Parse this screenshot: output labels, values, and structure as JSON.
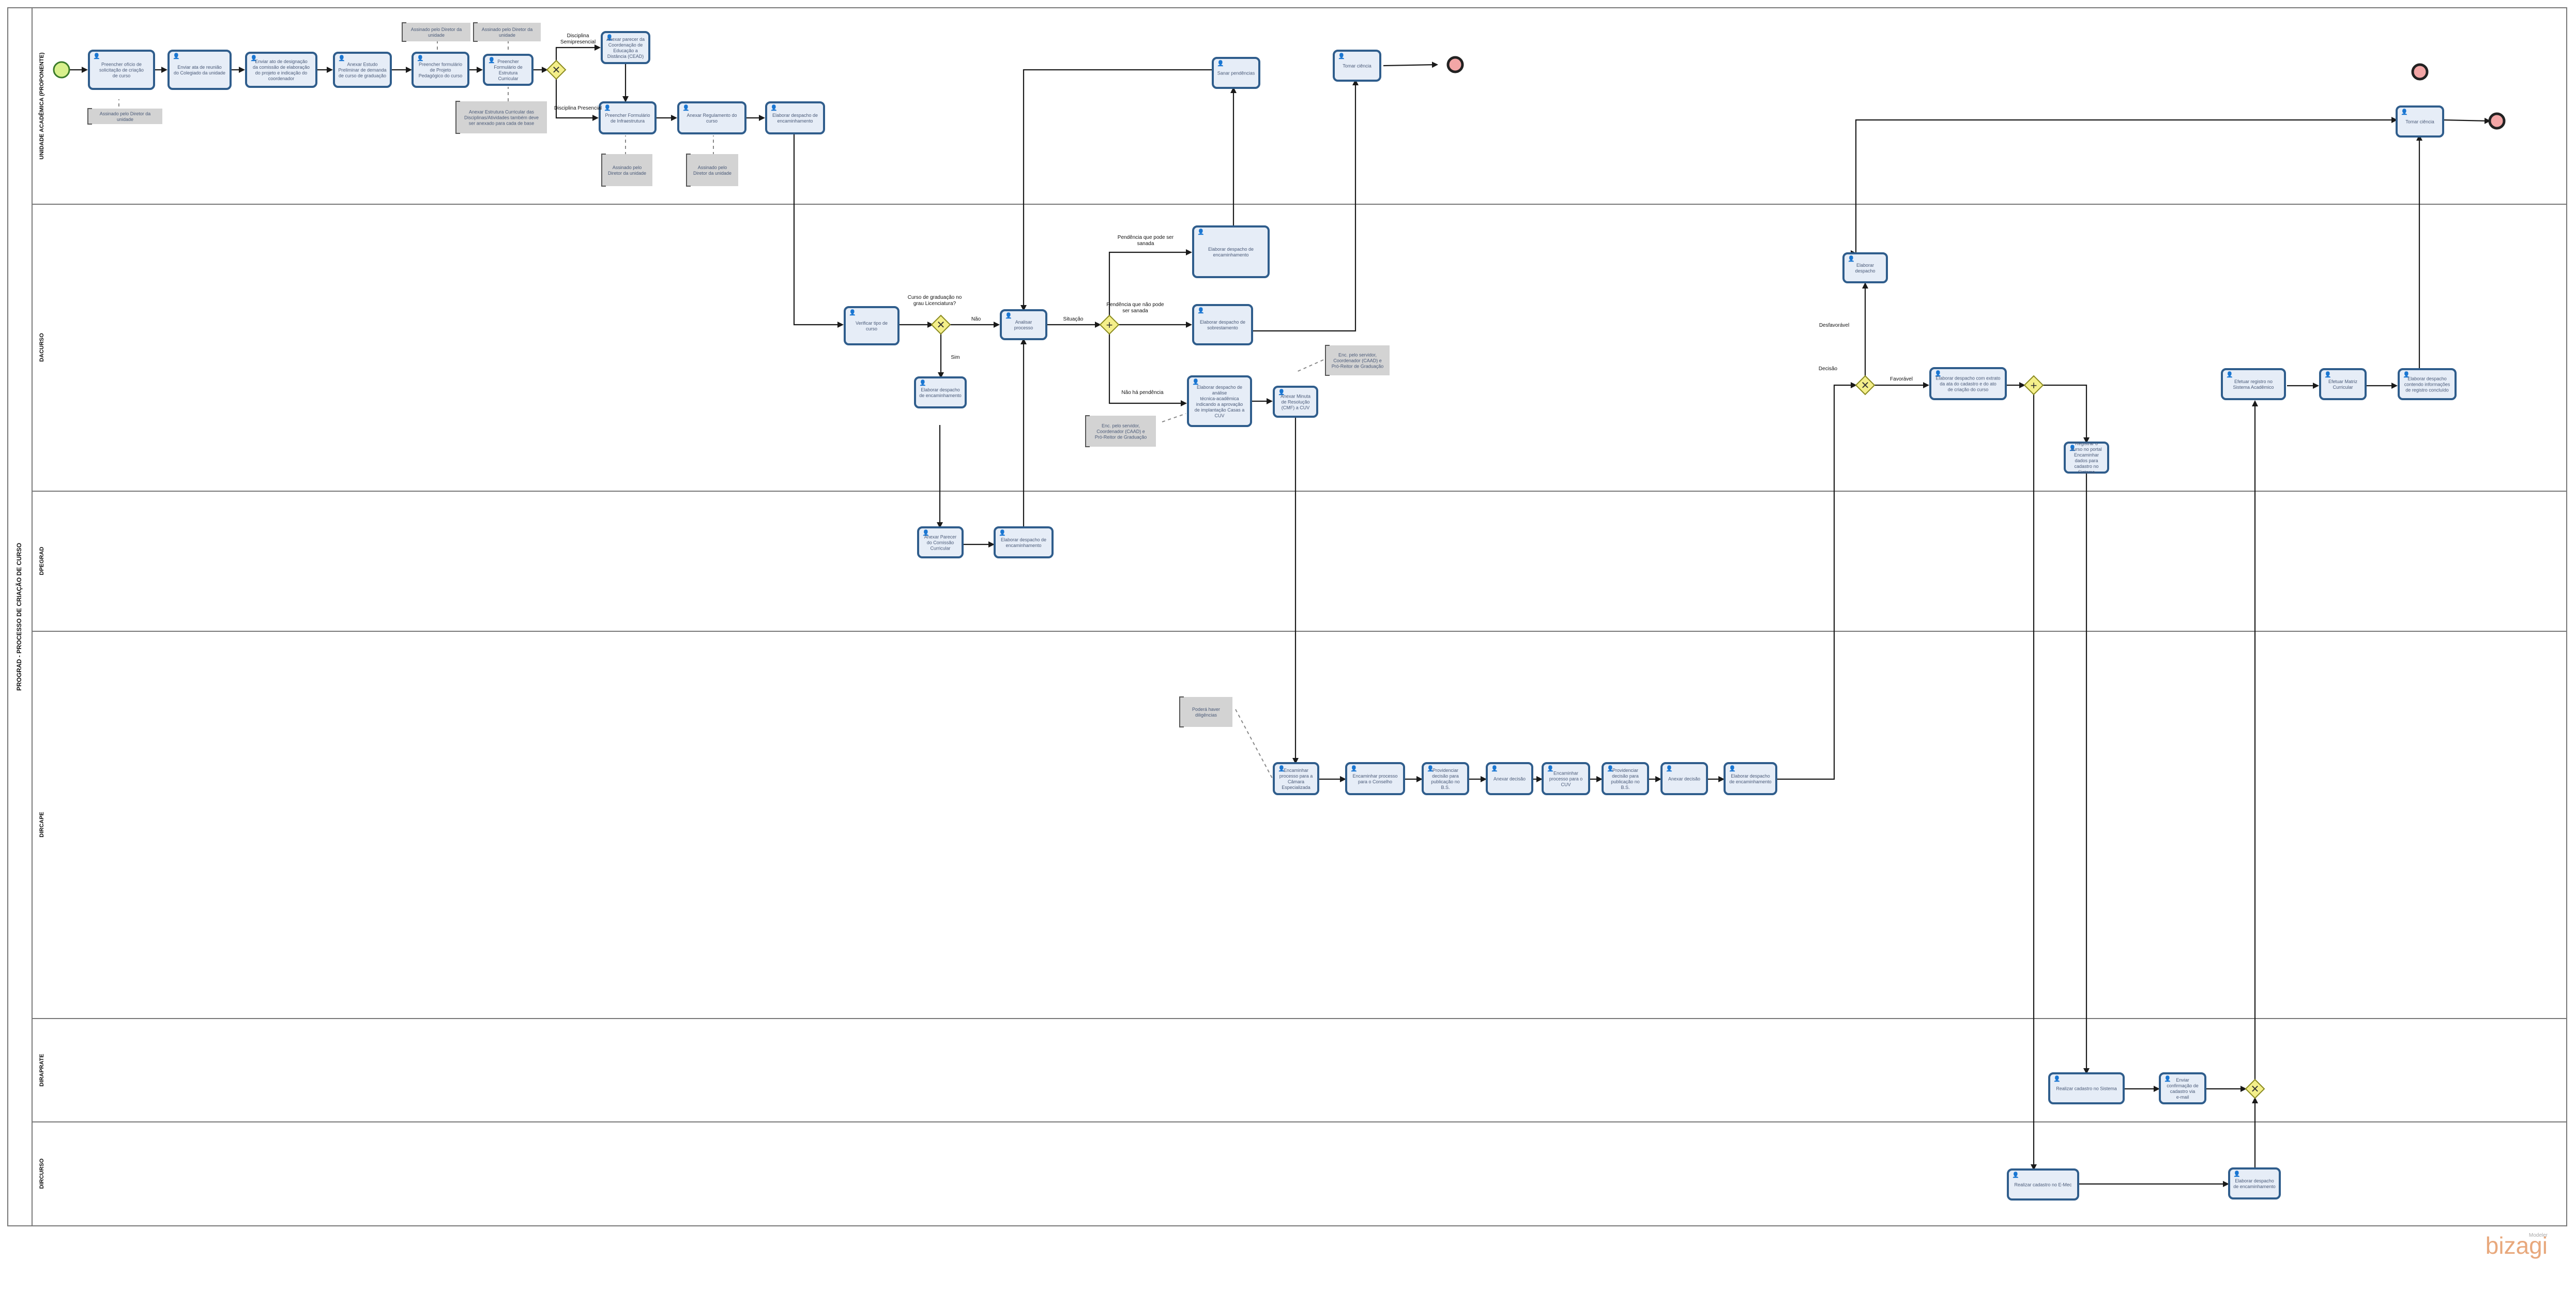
{
  "pool": {
    "label": "PROGRAD - PROCESSO DE CRIAÇÃO DE CURSO"
  },
  "lanes": [
    {
      "label": "UNIDADE ACADÊMICA (PROPONENTE)"
    },
    {
      "label": "DACURSO"
    },
    {
      "label": "DPEGRAD"
    },
    {
      "label": "DIRCAPE"
    },
    {
      "label": "DIRAPRATE"
    },
    {
      "label": "DIRCURSO"
    }
  ],
  "tasks": {
    "t1": "Preencher ofício de solicitação de criação de curso",
    "t2": "Enviar ata de reunião do Colegiado da unidade",
    "t3": "Enviar ato de designação da comissão de elaboração do projeto e indicação do coordenador",
    "t4": "Anexar Estudo Preliminar de demanda de curso de graduação",
    "t5": "Preencher formulário de Projeto Pedagógico do curso",
    "t6": "Preencher Formulário de Estrutura Curricular",
    "t7": "Anexar parecer da Coordenação de Educação a Distância (CEAD)",
    "t8": "Preencher Formulário de Infraestrutura",
    "t9": "Anexar Regulamento do curso",
    "t10": "Elaborar despacho de encaminhamento",
    "t11": "Sanar pendências",
    "t12": "Tomar ciência",
    "t13": "Tomar ciência",
    "d1": "Verificar tipo de curso",
    "d2": "Analisar processo",
    "d3": "Elaborar despacho de encaminhamento",
    "d4": "Elaborar despacho de sobrestamento",
    "d5": "Elaborar despacho de análise técnica-acadêmica indicando a aprovação de implantação Casas a CUV",
    "d6": "Anexar Minuta de Resolução (CMF) a CUV",
    "d7": "Elaborar despacho de encaminhamento",
    "d8": "Elaborar despacho",
    "d9": "Elaborar despacho com extrato da ata do cadastro e do ato de criação do curso",
    "d10": "Registrar o curso no portal Encaminhar dados para cadastro no Sistema",
    "d11": "Efetuar registro no Sistema Acadêmico",
    "d12": "Efetuar Matriz Curricular",
    "d13": "Elaborar despacho contendo informações de registro concluído",
    "p1": "Anexar Parecer do Comissão Curricular",
    "p2": "Elaborar despacho de encaminhamento",
    "c1": "Encaminhar processo para a Câmara Especializada",
    "c2": "Encaminhar processo para o Conselho",
    "c3": "Providenciar decisão para publicação no B.S.",
    "c4": "Anexar decisão",
    "c5": "Encaminhar processo para o CUV",
    "c6": "Providenciar decisão para publicação no B.S.",
    "c7": "Anexar decisão",
    "c8": "Elaborar despacho de encaminhamento",
    "a1": "Realizar cadastro no Sistema",
    "a2": "Enviar confirmação de cadastro via e-mail",
    "r1": "Realizar cadastro no E-Mec",
    "r2": "Elaborar despacho de encaminhamento"
  },
  "annotations": {
    "n1": "Assinado pelo Diretor da unidade",
    "n2": "Assinado pelo Diretor da unidade",
    "n3": "Assinado pelo Diretor da unidade",
    "n4": "Anexar Estrutura Curricular das Disciplinas/Atividades também deve ser anexado para cada de base",
    "n5": "Assinado pelo Diretor da unidade",
    "n6": "Assinado pelo Diretor da unidade",
    "n7": "Enc. pelo servidor, Coordenador (CAAD) e Pró-Reitor de Graduação",
    "n8": "Enc. pelo servidor, Coordenador (CAAD) e Pró-Reitor de Graduação",
    "n9": "Poderá haver diligências"
  },
  "labels": {
    "g1_top": "Disciplina Semipresencial",
    "g1_bottom": "Disciplina Presencial",
    "g2_q": "Curso de graduação no grau Licenciatura?",
    "g2_no": "Não",
    "g2_yes": "Sim",
    "after_analisar": "Situação",
    "g3_top": "Pendência que pode ser sanada",
    "g3_mid": "Pendência que não pode ser sanada",
    "g3_bottom": "Não há pendência",
    "g4_in": "Decisão",
    "g4_up": "Desfavorável",
    "g4_right": "Favorável"
  },
  "brand": {
    "logo": "bizagi",
    "modeler": "Modeler",
    "color": "#e8a87c"
  }
}
